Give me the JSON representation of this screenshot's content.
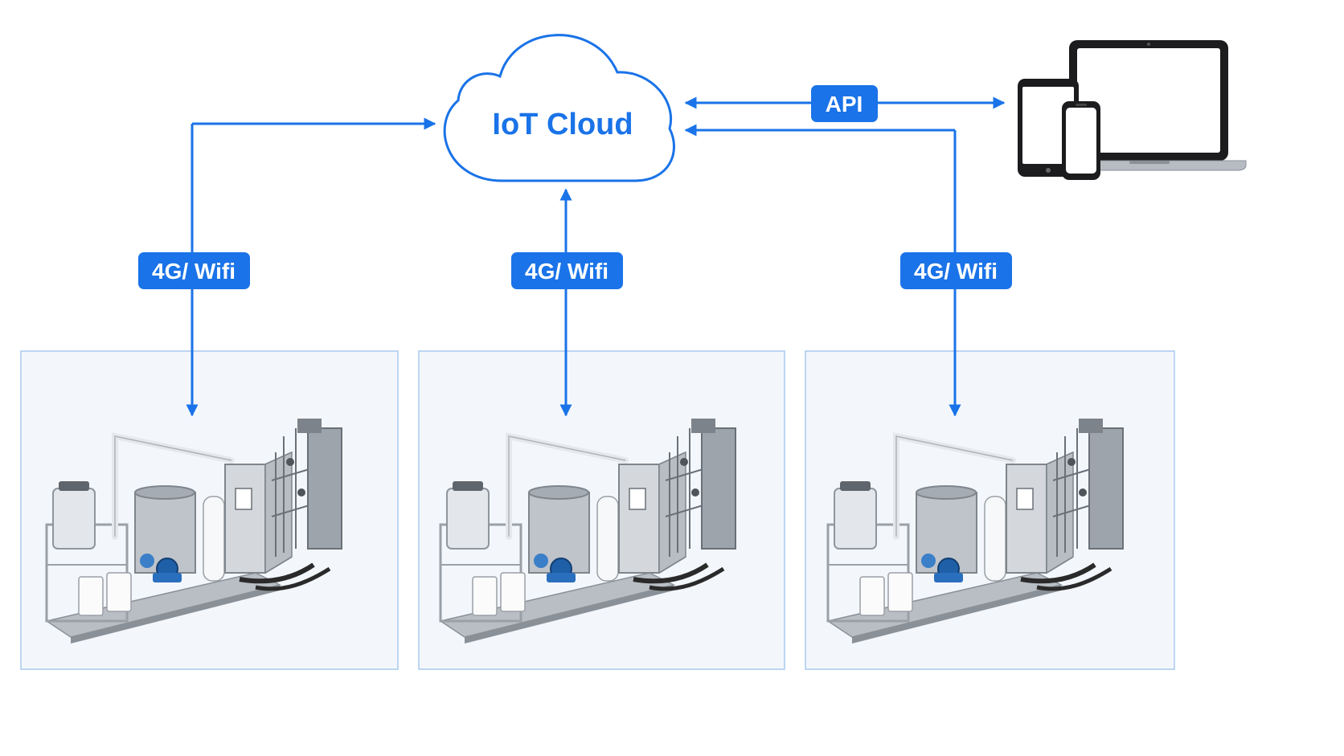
{
  "cloud": {
    "label": "IoT Cloud"
  },
  "api": {
    "label": "API"
  },
  "links": [
    {
      "label": "4G/ Wifi"
    },
    {
      "label": "4G/ Wifi"
    },
    {
      "label": "4G/ Wifi"
    }
  ],
  "colors": {
    "accent": "#1a73e8",
    "panel_bg": "#f3f7fc",
    "panel_border": "#a9c8ee",
    "device_dark": "#1c1c1e"
  },
  "icons": [
    "cloud-icon",
    "tablet-icon",
    "smartphone-icon",
    "laptop-icon",
    "water-treatment-machine-icon"
  ]
}
